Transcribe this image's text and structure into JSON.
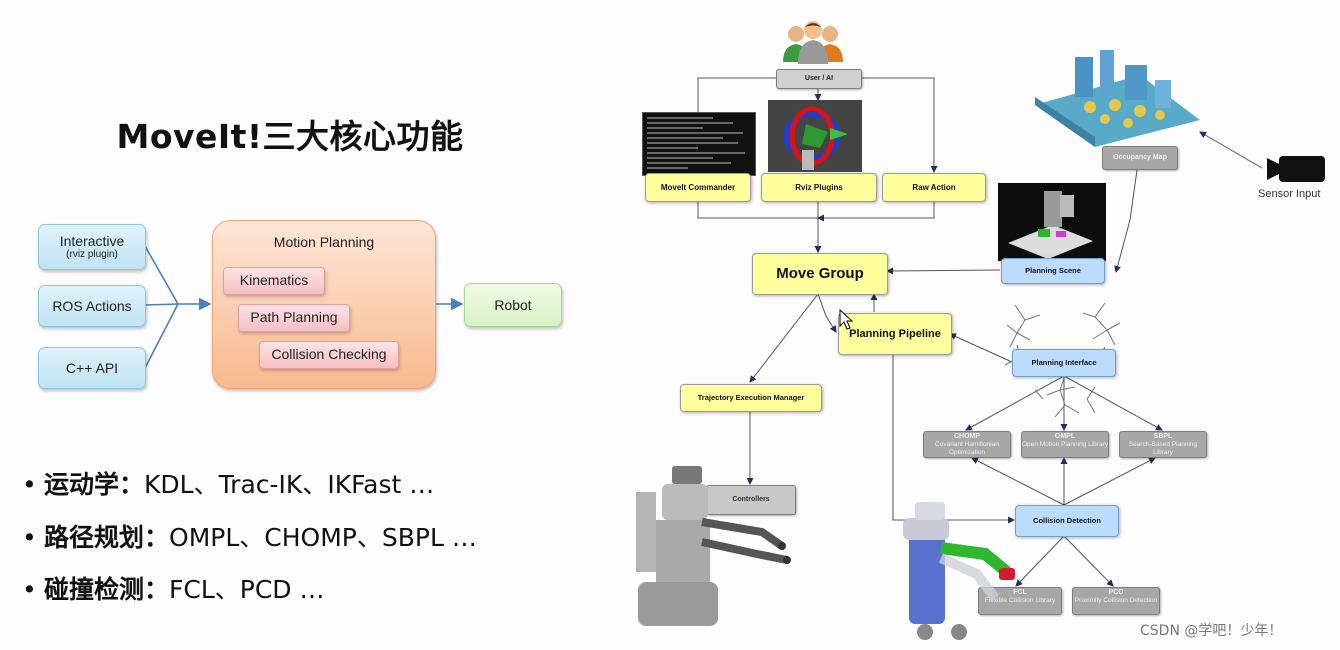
{
  "left": {
    "title": "MoveIt!三大核心功能",
    "inputs": [
      {
        "label": "Interactive",
        "sub": "(rviz plugin)"
      },
      {
        "label": "ROS  Actions"
      },
      {
        "label": "C++ API"
      }
    ],
    "motion_planning": {
      "label": "Motion Planning",
      "items": [
        "Kinematics",
        "Path Planning",
        "Collision Checking"
      ]
    },
    "robot": "Robot",
    "bullets": [
      {
        "head": "运动学：",
        "text": "KDL、Trac-IK、IKFast …"
      },
      {
        "head": "路径规划：",
        "text": "OMPL、CHOMP、SBPL …"
      },
      {
        "head": "碰撞检测：",
        "text": "FCL、PCD …"
      }
    ],
    "bullet_symbol": "•"
  },
  "right": {
    "user": "User / AI",
    "moveit_commander": "MoveIt Commander",
    "rviz_plugins": "Rviz Plugins",
    "raw_action": "Raw Action",
    "move_group": "Move Group",
    "planning_pipeline": "Planning Pipeline",
    "occupancy_map": "Occupancy Map",
    "sensor_input": "Sensor Input",
    "planning_scene": "Planning Scene",
    "planning_interface": "Planning Interface",
    "trajectory_execution_manager": "Trajectory Execution Manager",
    "controllers": "Controllers",
    "planners": [
      {
        "name": "CHOMP",
        "desc": "Covariant Hamiltonian Optimization"
      },
      {
        "name": "OMPL",
        "desc": "Open Motion Planning Library"
      },
      {
        "name": "SBPL",
        "desc": "Search-Based Planning Library"
      }
    ],
    "collision_detection": "Collision Detection",
    "collision_libs": [
      {
        "name": "FCL",
        "desc": "Flexible Collision Library"
      },
      {
        "name": "PCD",
        "desc": "Proximity Collision Detection"
      }
    ]
  },
  "watermark": "CSDN @学吧！少年！"
}
